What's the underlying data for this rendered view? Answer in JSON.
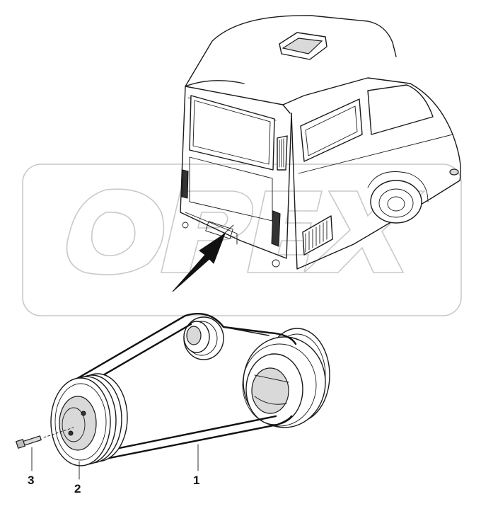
{
  "watermark": {
    "text": "OPEX"
  },
  "callouts": [
    {
      "number": "1",
      "part": "drive-belt"
    },
    {
      "number": "2",
      "part": "crankshaft-pulley"
    },
    {
      "number": "3",
      "part": "bolt"
    }
  ],
  "colors": {
    "ink": "#1a1a1a",
    "watermark": "#c9c9c9",
    "background": "#ffffff"
  }
}
